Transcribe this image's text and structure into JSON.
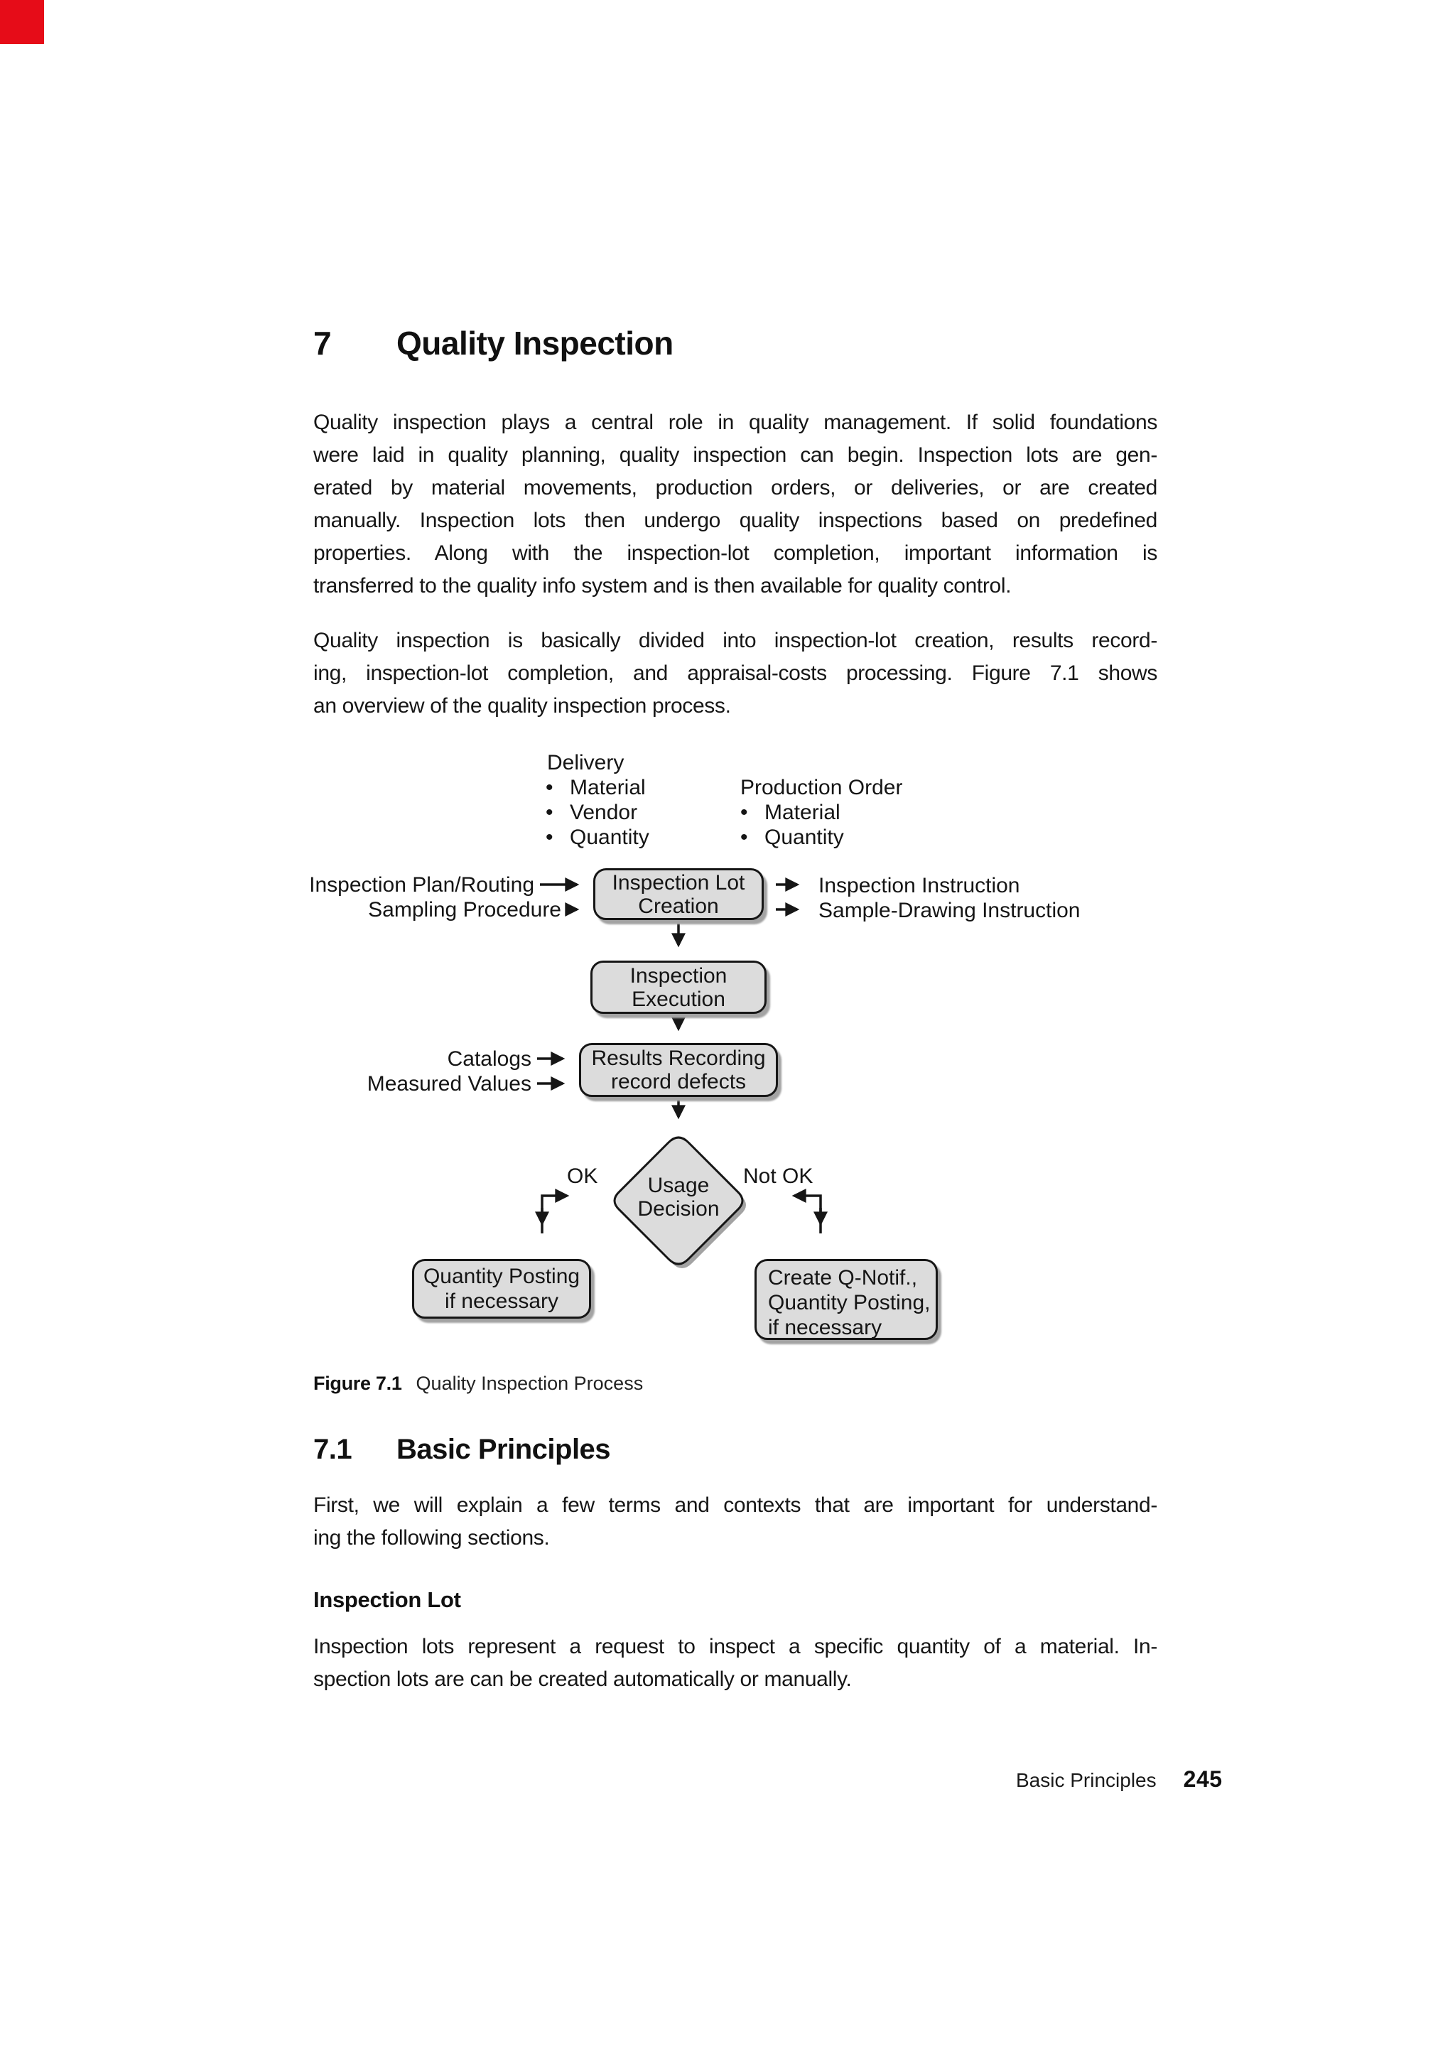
{
  "page": {
    "corner_marker_color": "#e60c18",
    "footer": {
      "section_label": "Basic Principles",
      "page_number": "245"
    }
  },
  "chapter": {
    "number": "7",
    "title": "Quality Inspection",
    "paragraph1_lines": [
      "Quality inspection plays a central role in quality management. If solid foundations",
      "were laid in quality planning, quality inspection can begin. Inspection lots are gen-",
      "erated by material movements, production orders, or deliveries, or are created",
      "manually. Inspection lots then undergo quality inspections based on predefined",
      "properties. Along with the inspection-lot completion, important information is",
      "transferred to the quality info system and is then available for quality control."
    ],
    "paragraph2_lines": [
      "Quality inspection is basically divided into inspection-lot creation, results record-",
      "ing, inspection-lot completion, and appraisal-costs processing. Figure 7.1 shows",
      "an overview of the quality inspection process."
    ]
  },
  "figure": {
    "caption_label": "Figure 7.1",
    "caption_text": "Quality Inspection Process",
    "diagram": {
      "bullet": "•",
      "delivery_title": "Delivery",
      "delivery_items": [
        "Material",
        "Vendor",
        "Quantity"
      ],
      "production_order_title": "Production Order",
      "production_order_items": [
        "Material",
        "Quantity"
      ],
      "input_plan": "Inspection Plan/Routing",
      "input_sampling": "Sampling Procedure",
      "output_instruction": "Inspection Instruction",
      "output_sample_drawing": "Sample-Drawing Instruction",
      "input_catalogs": "Catalogs",
      "input_measured": "Measured Values",
      "label_ok": "OK",
      "label_not_ok": "Not OK",
      "boxes": {
        "creation": [
          "Inspection Lot",
          "Creation"
        ],
        "execution": [
          "Inspection",
          "Execution"
        ],
        "results": [
          "Results Recording",
          "record defects"
        ],
        "decision": [
          "Usage",
          "Decision"
        ],
        "posting_ok": [
          "Quantity Posting",
          "if necessary"
        ],
        "notif_not_ok": [
          "Create Q-Notif.,",
          "Quantity Posting,",
          "if necessary"
        ]
      }
    }
  },
  "section": {
    "number": "7.1",
    "title": "Basic Principles",
    "paragraph_lines": [
      "First, we will explain a few terms and contexts that are important for understand-",
      "ing the following sections."
    ],
    "subsection": {
      "title": "Inspection Lot",
      "paragraph_lines": [
        "Inspection lots represent a request to inspect a specific quantity of a material. In-",
        "spection lots are can be created automatically or manually."
      ]
    }
  }
}
